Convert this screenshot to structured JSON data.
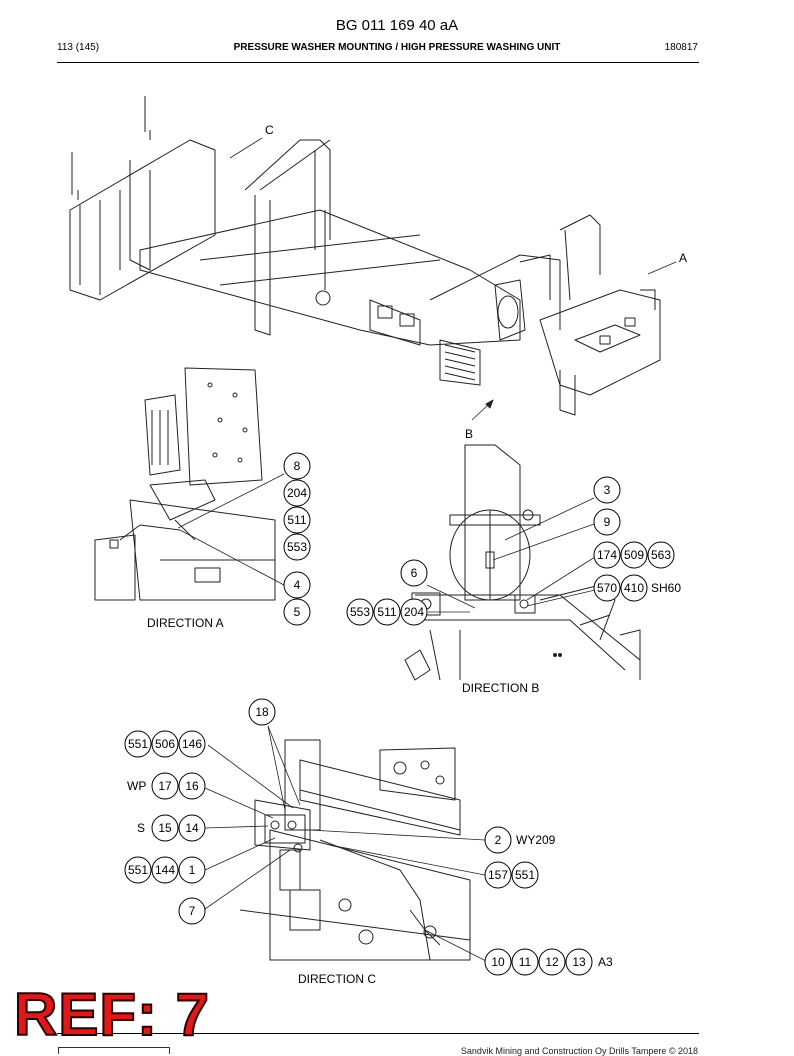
{
  "header": {
    "doc_number": "BG 011 169 40 aA",
    "page": "113 (145)",
    "title": "PRESSURE WASHER MOUNTING / HIGH PRESSURE WASHING UNIT",
    "date": "180817"
  },
  "views": {
    "overview": {
      "letters": [
        "C",
        "A",
        "B"
      ]
    },
    "direction_a": {
      "caption": "DIRECTION  A",
      "callouts": [
        "8",
        "204",
        "511",
        "553",
        "4",
        "5"
      ]
    },
    "direction_b": {
      "caption": "DIRECTION  B",
      "callouts": [
        "3",
        "9",
        "174",
        "509",
        "563",
        "6",
        "570",
        "410",
        "553",
        "511",
        "204"
      ],
      "texts": [
        "SH60"
      ]
    },
    "direction_c": {
      "caption": "DIRECTION  C",
      "callouts": [
        "18",
        "551",
        "506",
        "146",
        "17",
        "16",
        "15",
        "14",
        "2",
        "551",
        "144",
        "1",
        "157",
        "551",
        "7",
        "10",
        "11",
        "12",
        "13"
      ],
      "texts": [
        "WP",
        "S",
        "WY209",
        "A3"
      ]
    }
  },
  "stamp": "REF: 7",
  "footer": "Sandvik Mining and Construction Oy Drills Tampere © 2018"
}
